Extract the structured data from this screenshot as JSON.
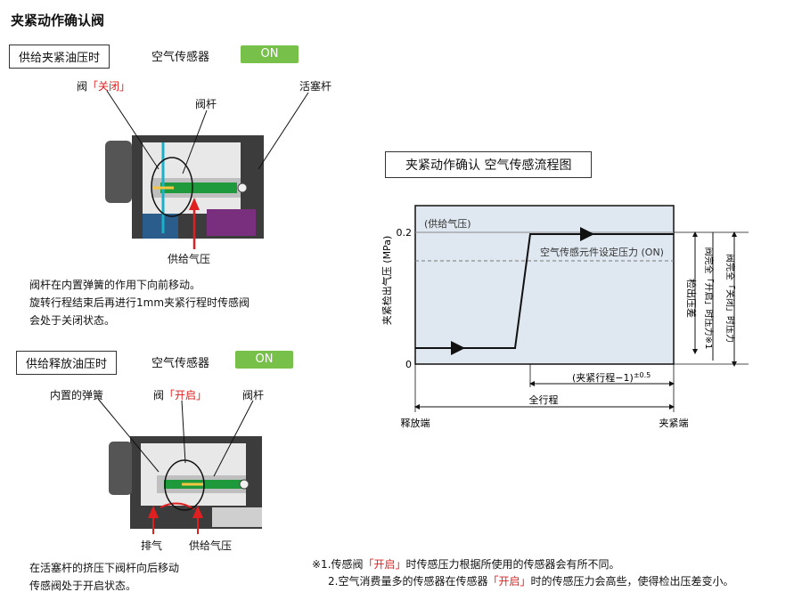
{
  "title": "夹紧动作确认阀",
  "top": {
    "box_label": "供给夹紧油压时",
    "sensor_label": "空气传感器",
    "status": "ON",
    "valve_prefix": "阀",
    "valve_state": "「关闭」",
    "stem_label": "阀杆",
    "piston_label": "活塞杆",
    "supply_label": "供给气压",
    "description": [
      "阀杆在内置弹簧的作用下向前移动。",
      "旋转行程结束后再进行1mm夹紧行程时传感阀",
      "会处于关闭状态。"
    ]
  },
  "bottom": {
    "box_label": "供给释放油压时",
    "sensor_label": "空气传感器",
    "status": "ON",
    "spring_label": "内置的弹簧",
    "valve_prefix": "阀",
    "valve_state": "「开启」",
    "stem_label": "阀杆",
    "exhaust_label": "排气",
    "supply_label": "供给气压",
    "description": [
      "在活塞杆的挤压下阀杆向后移动",
      "传感阀处于开启状态。"
    ]
  },
  "flow": {
    "title": "夹紧动作确认  空气传感流程图",
    "y_axis_label": "夹紧检出气压 (MPa)",
    "tick_02": "0.2",
    "tick_0": "0",
    "supply_line_label": "(供给气压)",
    "setting_label": "空气传感元件设定压力 (ON)",
    "detect_diff_label": "检出压差",
    "valve_open_label": "阀完全「开启」时压力※1",
    "valve_close_label": "阀完全「关闭」时压力",
    "stroke_label": "(夹紧行程−1)",
    "stroke_tol": "±0.5",
    "full_stroke_label": "全行程",
    "release_end": "释放端",
    "clamp_end": "夹紧端"
  },
  "notes": {
    "n1_prefix": "※1.传感阀",
    "n1_open": "「开启」",
    "n1_suffix": "时传感压力根据所使用的传感器会有所不同。",
    "n2_prefix": "2.空气消费量多的传感器在传感器",
    "n2_open": "「开启」",
    "n2_suffix": "时的传感压力会高些，使得检出压差变小。"
  },
  "colors": {
    "badge": "#77c14a",
    "accent_red": "#e02020",
    "valve_green": "#1e9a3c",
    "chart_fill": "#dfe8f0"
  }
}
